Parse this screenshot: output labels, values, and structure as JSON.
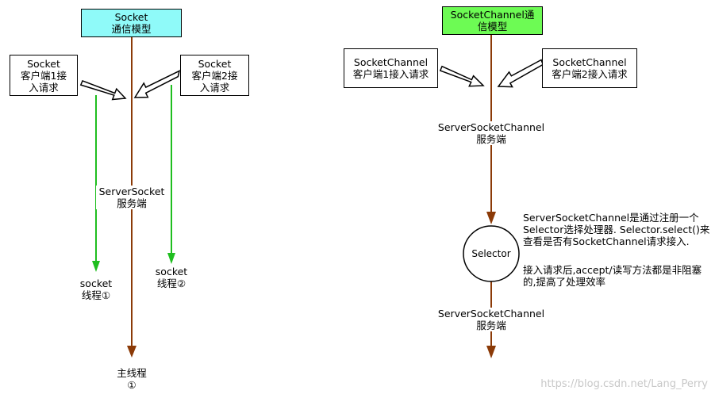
{
  "left": {
    "title_box": {
      "text": "Socket\n通信模型",
      "fill": "#8ffaf9"
    },
    "client1": "Socket\n客户端1接\n入请求",
    "client2": "Socket\n客户端2接\n入请求",
    "server": "ServerSocket\n服务端",
    "thread1": "socket\n线程①",
    "thread2": "socket\n线程②",
    "main_thread": "主线程\n①"
  },
  "right": {
    "title_box": {
      "text": "SocketChannel通\n信模型",
      "fill": "#6dfb54"
    },
    "client1": "SocketChannel\n客户端1接入请求",
    "client2": "SocketChannel\n客户端2接入请求",
    "server_top": "ServerSocketChannel\n服务端",
    "selector": "Selector",
    "note1": "ServerSocketChannel是通过注册一个\nSelector选择处理器. Selector.select()来\n查看是否有SocketChannel请求接入.",
    "note2": "接入请求后,accept/读写方法都是非阻塞\n的,提高了处理效率",
    "server_bottom": "ServerSocketChannel\n服务端"
  },
  "colors": {
    "main_line": "#8b3a07",
    "thread_line": "#1fbe1f"
  },
  "watermark": "https://blog.csdn.net/Lang_Perry"
}
